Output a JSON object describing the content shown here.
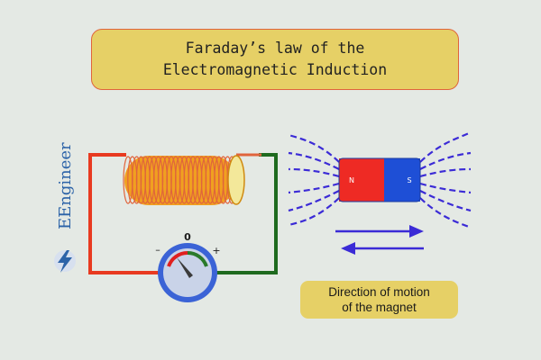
{
  "title": {
    "line1": "Faraday’s law of the",
    "line2": "Electromagnetic Induction"
  },
  "brand": {
    "name": "EEngineer"
  },
  "galvanometer": {
    "zero_label": "0",
    "minus_label": "–",
    "plus_label": "+"
  },
  "magnet": {
    "north_label": "N",
    "south_label": "S",
    "north_color": "#ee2a24",
    "south_color": "#1e4fd6"
  },
  "caption": {
    "line1": "Direction of motion",
    "line2": "of the magnet"
  },
  "colors": {
    "coil": "#f0a020",
    "wire_left": "#e83a20",
    "wire_right": "#1e6a1e",
    "field_lines": "#3b2bd6",
    "arrows": "#3b2bd6",
    "box_fill": "#e6d066"
  }
}
